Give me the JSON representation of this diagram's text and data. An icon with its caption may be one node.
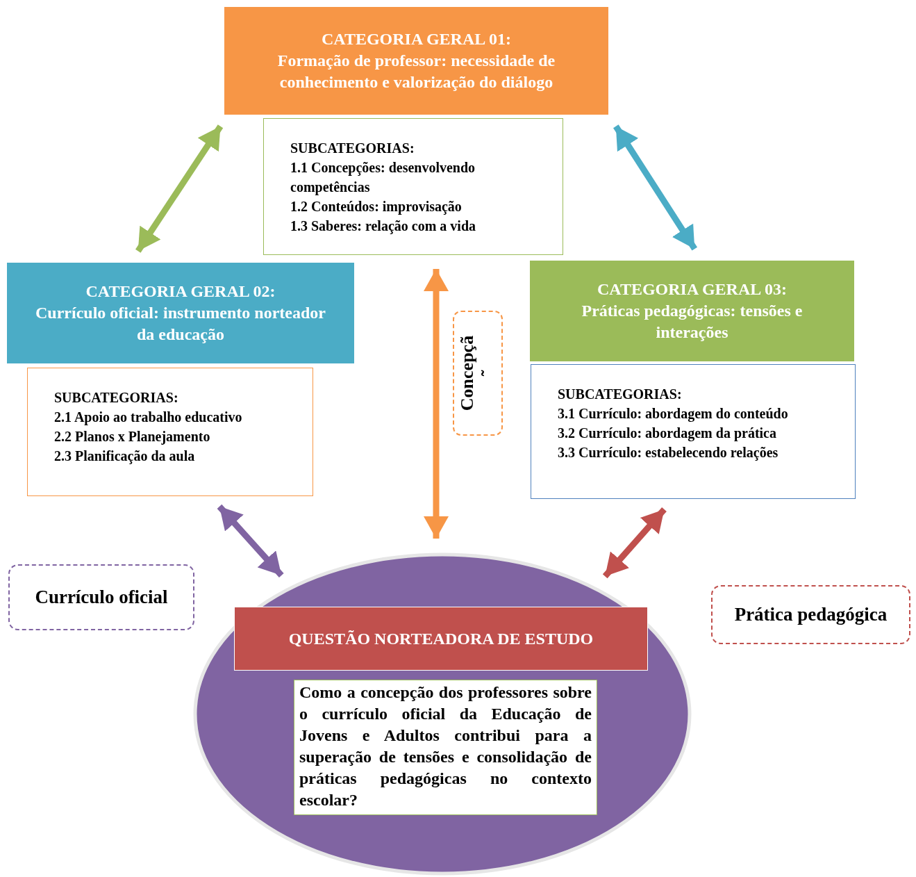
{
  "diagram": {
    "nodes": [
      {
        "text": [
          "CATEGORIA GERAL 01:",
          "Formação de professor: necessidade de conhecimento e valorização do diálogo"
        ]
      },
      {
        "text": [
          "SUBCATEGORIAS:",
          "1.1 Concepções: desenvolvendo competências",
          "1.2 Conteúdos: improvisação",
          "1.3 Saberes: relação com a vida"
        ]
      },
      {
        "text": [
          "CATEGORIA GERAL 02:",
          "Currículo oficial: instrumento norteador da educação"
        ]
      },
      {
        "text": [
          "SUBCATEGORIAS:",
          "2.1 Apoio ao trabalho educativo",
          "2.2 Planos x Planejamento",
          "2.3 Planificação da aula"
        ]
      },
      {
        "text": [
          "CATEGORIA GERAL 03:",
          "Práticas pedagógicas: tensões e interações"
        ]
      },
      {
        "text": [
          "SUBCATEGORIAS:",
          "3.1 Currículo: abordagem do conteúdo",
          "3.2 Currículo: abordagem da prática",
          "3.3 Currículo: estabelecendo relações"
        ]
      },
      {
        "text": [
          "Concepçã",
          "˜"
        ]
      },
      {
        "text": [
          "Currículo oficial"
        ]
      },
      {
        "text": [
          "Prática pedagógica"
        ]
      },
      {
        "text": [],
        "shape": "ellipse"
      },
      {
        "text": [
          "QUESTÃO NORTEADORA DE ESTUDO"
        ],
        "in": 9
      },
      {
        "text": [
          "Como a concepção dos professores sobre o currículo oficial da Educação de Jovens e Adultos contribui para a superação de tensões e consolidação de práticas pedagógicas no contexto escolar?"
        ],
        "in": 9
      }
    ],
    "edges": [
      {
        "from": 0,
        "to": 2,
        "arrow": "both",
        "color": "#9bbb59"
      },
      {
        "from": 0,
        "to": 4,
        "arrow": "both",
        "color": "#4bacc6"
      },
      {
        "from": 1,
        "to": 9,
        "arrow": "both",
        "color": "#f79646"
      },
      {
        "from": 3,
        "to": 9,
        "arrow": "both",
        "color": "#8064a2"
      },
      {
        "from": 5,
        "to": 9,
        "arrow": "both",
        "color": "#c0504d"
      }
    ]
  }
}
